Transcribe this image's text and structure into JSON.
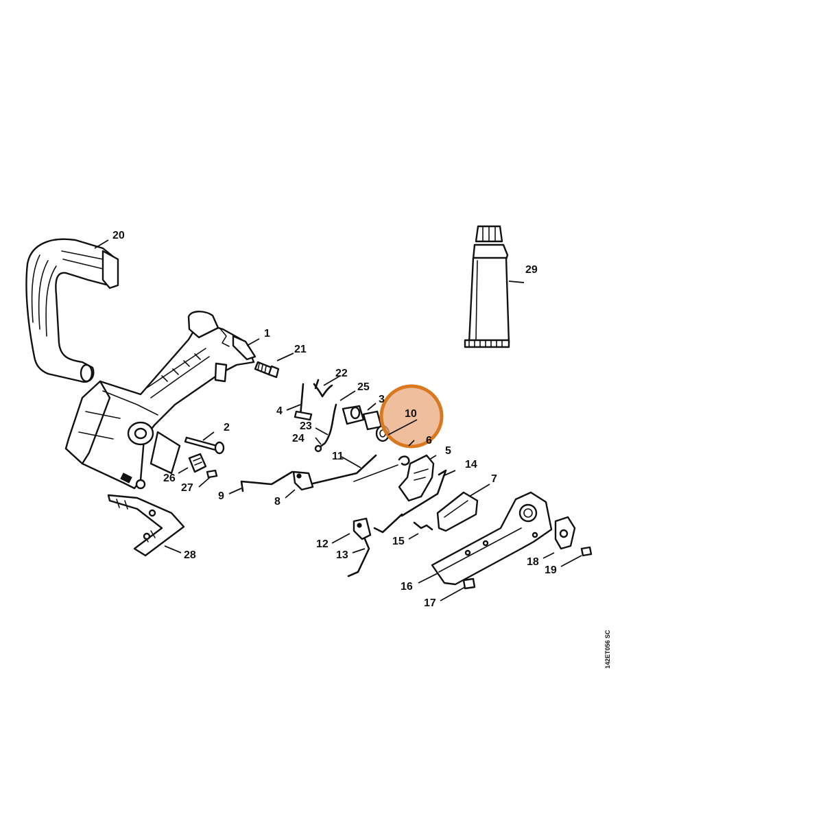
{
  "diagram": {
    "drawing_code": "142ET056 SC",
    "highlighted_part": "10",
    "highlight_color": "#e8a87c",
    "highlight_stroke": "#d9781e",
    "part_labels": {
      "p1": "1",
      "p2": "2",
      "p3": "3",
      "p4": "4",
      "p5": "5",
      "p6": "6",
      "p7": "7",
      "p8": "8",
      "p9": "9",
      "p10": "10",
      "p11": "11",
      "p12": "12",
      "p13": "13",
      "p14": "14",
      "p15": "15",
      "p16": "16",
      "p17": "17",
      "p18": "18",
      "p19": "19",
      "p20": "20",
      "p21": "21",
      "p22": "22",
      "p23": "23",
      "p24": "24",
      "p25": "25",
      "p26": "26",
      "p27": "27",
      "p28": "28",
      "p29": "29"
    }
  }
}
